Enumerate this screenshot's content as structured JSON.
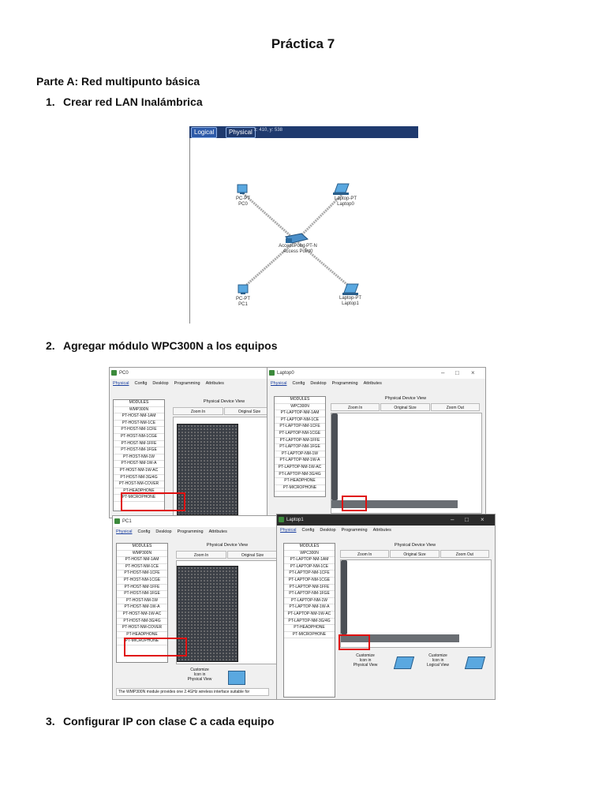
{
  "doc": {
    "title": "Práctica 7",
    "part_a": "Parte A: Red multipunto básica",
    "steps": [
      {
        "num": "1.",
        "text": "Crear red LAN Inalámbrica"
      },
      {
        "num": "2.",
        "text": "Agregar módulo WPC300N a los equipos"
      },
      {
        "num": "3.",
        "text": "Configurar IP con clase C a cada equipo"
      }
    ]
  },
  "logical_view": {
    "tab_logical": "Logical",
    "tab_physical": "Physical",
    "coords": "x: 410, y: 538",
    "devices": [
      {
        "model": "PC-PT",
        "name": "PC0"
      },
      {
        "model": "Laptop-PT",
        "name": "Laptop0"
      },
      {
        "model": "AccessPoint-PT-N",
        "name": "Access Point0"
      },
      {
        "model": "PC-PT",
        "name": "PC1"
      },
      {
        "model": "Laptop-PT",
        "name": "Laptop1"
      }
    ]
  },
  "tabs": [
    "Physical",
    "Config",
    "Desktop",
    "Programming",
    "Attributes"
  ],
  "physical_view_title": "Physical Device View",
  "zoom": {
    "in": "Zoom In",
    "original": "Original Size",
    "out": "Zoom Out"
  },
  "customize": {
    "icon_physical": "Customize\nIcon in\nPhysical View",
    "icon_logical": "Customize\nIcon in\nLogical View"
  },
  "pc_modules": [
    "MODULES",
    "WMP300N",
    "PT-HOST-NM-1AM",
    "PT-HOST-NM-1CE",
    "PT-HOST-NM-1CFE",
    "PT-HOST-NM-1CGE",
    "PT-HOST-NM-1FFE",
    "PT-HOST-NM-1FGE",
    "PT-HOST-NM-1W",
    "PT-HOST-NM-1W-A",
    "PT-HOST-NM-1W-AC",
    "PT-HOST-NM-3G/4G",
    "PT-HOST-NM-COVER",
    "PT-HEADPHONE",
    "PT-MICROPHONE"
  ],
  "laptop_modules": [
    "MODULES",
    "WPC300N",
    "PT-LAPTOP-NM-1AM",
    "PT-LAPTOP-NM-1CE",
    "PT-LAPTOP-NM-1CFE",
    "PT-LAPTOP-NM-1CGE",
    "PT-LAPTOP-NM-1FFE",
    "PT-LAPTOP-NM-1FGE",
    "PT-LAPTOP-NM-1W",
    "PT-LAPTOP-NM-1W-A",
    "PT-LAPTOP-NM-1W-AC",
    "PT-LAPTOP-NM-3G/4G",
    "PT-HEADPHONE",
    "PT-MICROPHONE"
  ],
  "windows": {
    "pc0": "PC0",
    "laptop0": "Laptop0",
    "pc1": "PC1",
    "laptop1": "Laptop1"
  },
  "status_text": "The WMP300N module provides one 2.4GHz wireless interface suitable for"
}
